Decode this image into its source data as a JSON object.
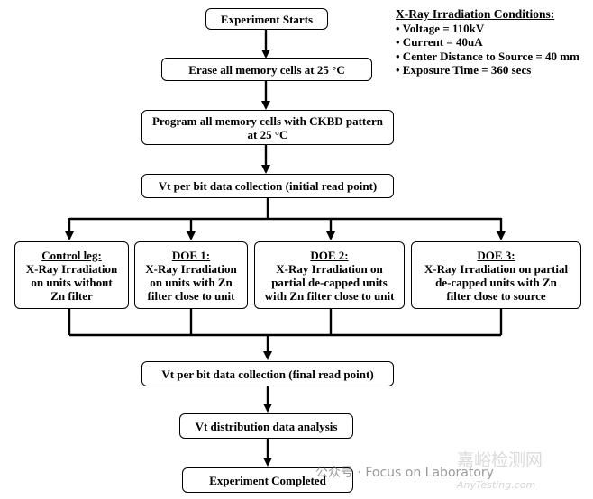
{
  "flow": {
    "start": "Experiment Starts",
    "erase": "Erase all memory cells at 25 °C",
    "program_line1": "Program all memory cells with CKBD pattern",
    "program_line2": "at 25 °C",
    "initial_read": "Vt per bit data collection (initial read point)",
    "final_read": "Vt per bit data collection (final read point)",
    "analysis": "Vt distribution data analysis",
    "end": "Experiment Completed"
  },
  "legs": [
    {
      "title": "Control leg:",
      "lines": [
        "X-Ray Irradiation",
        "on units without",
        "Zn filter"
      ]
    },
    {
      "title": "DOE 1:",
      "lines": [
        "X-Ray Irradiation",
        "on units with Zn",
        "filter close to unit"
      ]
    },
    {
      "title": "DOE 2:",
      "lines": [
        "X-Ray Irradiation on",
        "partial de-capped units",
        "with Zn filter close to unit"
      ]
    },
    {
      "title": "DOE 3:",
      "lines": [
        "X-Ray Irradiation on partial",
        "de-capped units with Zn",
        "filter close to source"
      ]
    }
  ],
  "conditions": {
    "title": "X-Ray Irradiation Conditions:",
    "items": [
      "• Voltage = 110kV",
      "• Current = 40uA",
      "• Center Distance to Source = 40 mm",
      "• Exposure Time = 360 secs"
    ]
  },
  "watermark": {
    "text": "公众号 · Focus on Laboratory",
    "brand": "嘉峪检测网",
    "brand_url": "AnyTesting.com"
  }
}
